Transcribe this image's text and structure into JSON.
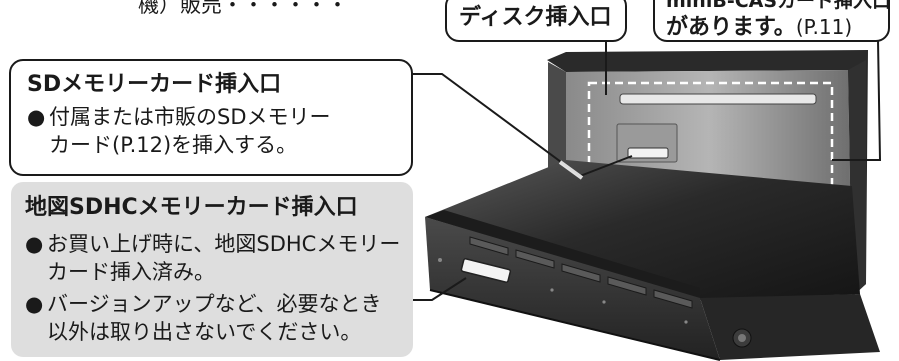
{
  "top_caption": "機）販売・・・・・・",
  "disc_slot_callout": {
    "label": "ディスク挿入口"
  },
  "minib_cas_callout": {
    "line1": "miniB-CASカード挿入口",
    "line2_bold": "があります。",
    "line2_ref": "(P.11)"
  },
  "sd_slot_callout": {
    "title": "SDメモリーカード挿入口",
    "bullet": "●",
    "line1": "付属または市販のSDメモリー",
    "line2": "カード(P.12)を挿入する。"
  },
  "map_sdhc_callout": {
    "title": "地図SDHCメモリーカード挿入口",
    "bullet": "●",
    "item1_line1": "お買い上げ時に、地図SDHCメモリー",
    "item1_line2": "カード挿入済み。",
    "item2_line1": "バージョンアップなど、必要なとき",
    "item2_line2": "以外は取り出さないでください。"
  },
  "colors": {
    "box_fill": "#dedede",
    "outline": "#1a1a1a",
    "device_body": "#3a3a3a",
    "device_screen": "#2b2b2b",
    "dashed_slot_outline": "#ffffff"
  }
}
